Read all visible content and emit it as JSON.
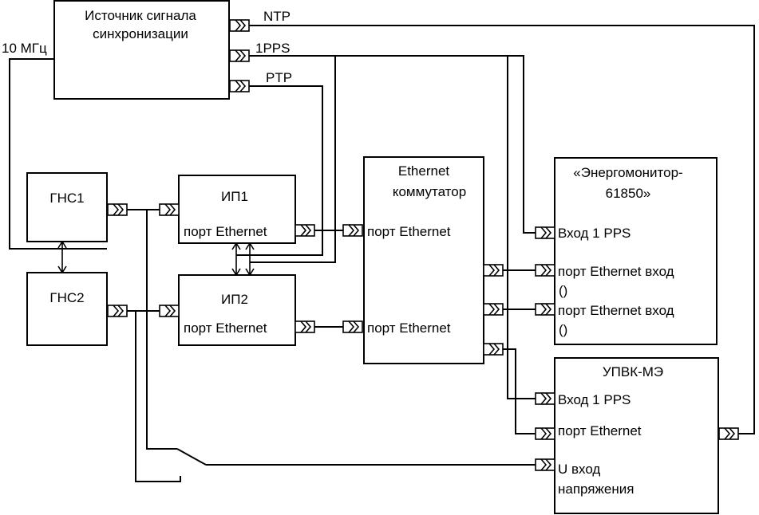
{
  "blocks": {
    "sync_source": [
      "Источник сигнала",
      "синхронизации"
    ],
    "gns1": "ГНС1",
    "gns2": "ГНС2",
    "ip1": {
      "title": "ИП1",
      "port": "порт Ethernet"
    },
    "ip2": {
      "title": "ИП2",
      "port": "порт Ethernet"
    },
    "switch": {
      "title": [
        "Ethernet",
        "коммутатор"
      ],
      "port1": "порт Ethernet",
      "port2": "порт Ethernet"
    },
    "energomonitor": {
      "title": [
        "«Энергомонитор-",
        "61850»"
      ],
      "pps": "Вход 1 PPS",
      "eth1": [
        "порт Ethernet вход",
        "()"
      ],
      "eth2": [
        "порт Ethernet вход",
        "()"
      ]
    },
    "upvk": {
      "title": "УПВК-МЭ",
      "pps": "Вход 1 PPS",
      "eth": "порт Ethernet",
      "u_in": [
        "U вход",
        "напряжения"
      ]
    }
  },
  "signals": {
    "ntp": "NTP",
    "pps": "1PPS",
    "ptp": "PTP",
    "ref10": "10 МГц"
  }
}
